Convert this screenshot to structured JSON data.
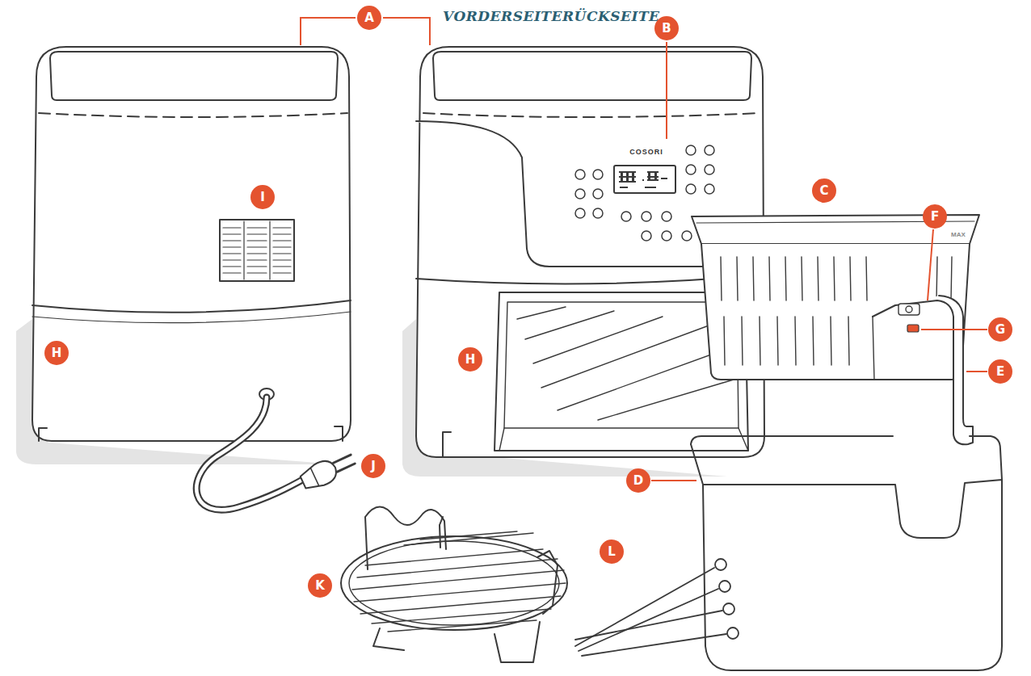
{
  "diagram": {
    "title": "VORDERSEITERÜCKSEITE",
    "labels": [
      "A",
      "B",
      "C",
      "F",
      "I",
      "G",
      "H",
      "H",
      "E",
      "J",
      "D",
      "K",
      "L",
      "COSORI",
      "MAX"
    ]
  }
}
